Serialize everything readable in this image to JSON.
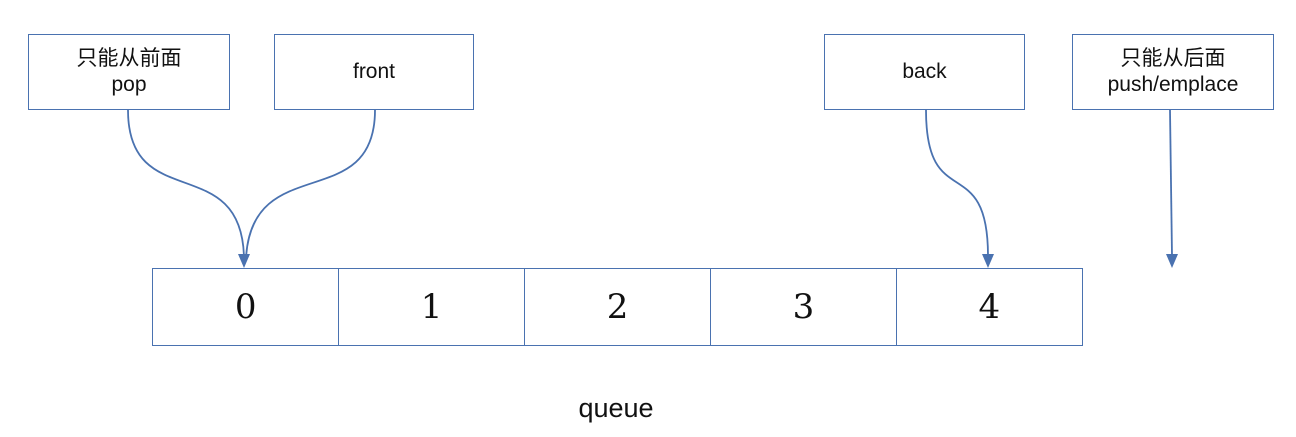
{
  "boxes": {
    "pop": {
      "line1": "只能从前面",
      "line2": "pop"
    },
    "front": {
      "label": "front"
    },
    "back": {
      "label": "back"
    },
    "push": {
      "line1": "只能从后面",
      "line2": "push/emplace"
    }
  },
  "queue": {
    "cells": [
      "0",
      "1",
      "2",
      "3",
      "4"
    ],
    "caption": "queue"
  },
  "colors": {
    "accent": "#4a72b0"
  }
}
